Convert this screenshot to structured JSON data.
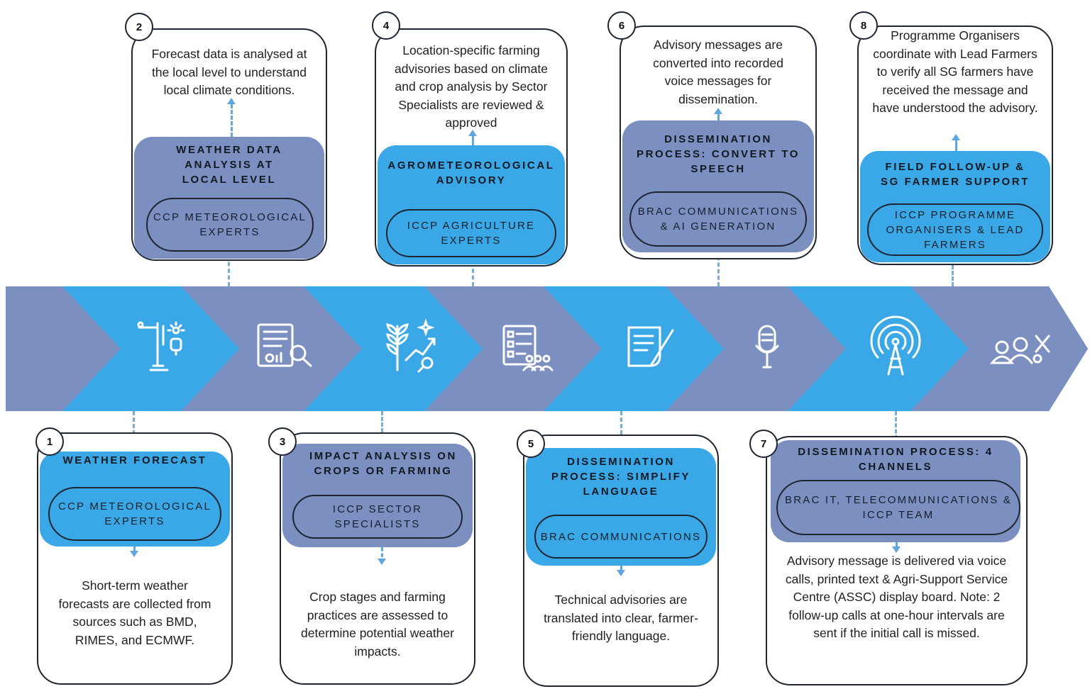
{
  "colors": {
    "band_cyan": "#3aa8e6",
    "band_slate": "#7b8fc0",
    "panel_slate": "#7b8fc0",
    "panel_cyan": "#3aa8e6",
    "connector": "#7aaed8",
    "card_border": "#1e2530"
  },
  "band_icons": [
    "weather-station-icon",
    "data-report-magnifier-icon",
    "crop-analysis-icon",
    "checklist-team-icon",
    "document-pen-icon",
    "microphone-icon",
    "broadcast-tower-icon",
    "team-tools-icon"
  ],
  "steps": [
    {
      "number": "1",
      "title": "WEATHER FORECAST",
      "actor": "CCP METEOROLOGICAL EXPERTS",
      "description": "Short-term weather forecasts are collected from sources such as BMD, RIMES, and ECMWF."
    },
    {
      "number": "2",
      "title": "WEATHER DATA ANALYSIS AT LOCAL LEVEL",
      "actor": "CCP METEOROLOGICAL EXPERTS",
      "description": "Forecast data is analysed at the local level to understand local climate conditions."
    },
    {
      "number": "3",
      "title": "IMPACT ANALYSIS ON CROPS OR FARMING",
      "actor": "ICCP SECTOR SPECIALISTS",
      "description": "Crop stages and farming practices are assessed to determine potential weather impacts."
    },
    {
      "number": "4",
      "title": "AGROMETEOROLOGICAL ADVISORY",
      "actor": "ICCP AGRICULTURE EXPERTS",
      "description": "Location-specific farming advisories based on climate and crop analysis by Sector Specialists are reviewed & approved"
    },
    {
      "number": "5",
      "title": "DISSEMINATION PROCESS: SIMPLIFY LANGUAGE",
      "actor": "BRAC COMMUNICATIONS",
      "description": "Technical advisories are translated into clear, farmer-friendly language."
    },
    {
      "number": "6",
      "title": "DISSEMINATION PROCESS: CONVERT TO SPEECH",
      "actor": "BRAC COMMUNICATIONS & AI GENERATION",
      "description": "Advisory messages are converted into recorded voice messages for dissemination."
    },
    {
      "number": "7",
      "title": "DISSEMINATION PROCESS: 4 CHANNELS",
      "actor": "BRAC IT, TELECOMMUNICATIONS & ICCP TEAM",
      "description": "Advisory message is delivered via voice calls, printed text & Agri-Support Service Centre (ASSC) display board. Note: 2 follow-up calls at one-hour intervals are sent if the initial call is missed."
    },
    {
      "number": "8",
      "title": "FIELD FOLLOW-UP & SG FARMER SUPPORT",
      "actor": "ICCP PROGRAMME ORGANISERS & LEAD FARMERS",
      "description": "Programme Organisers coordinate with Lead Farmers to verify all SG farmers have received the message and have understood the advisory."
    }
  ]
}
